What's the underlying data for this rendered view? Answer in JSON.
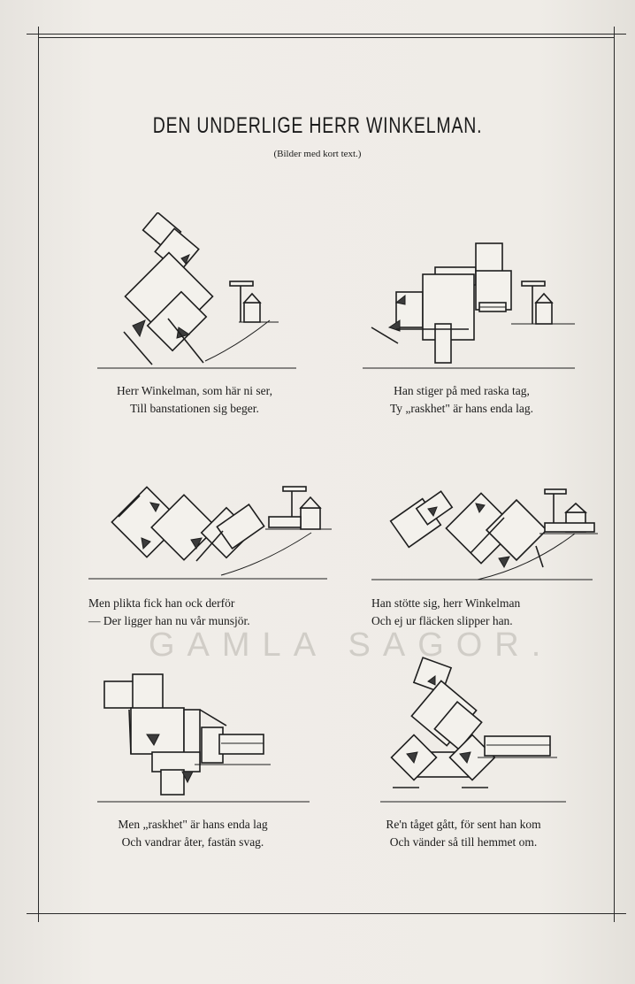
{
  "header": {
    "title": "DEN UNDERLIGE HERR WINKELMAN.",
    "subtitle": "(Bilder med kort text.)"
  },
  "panels": [
    {
      "id": "panel-1",
      "lines": [
        "Herr Winkelman, som här ni ser,",
        "Till banstationen sig beger."
      ]
    },
    {
      "id": "panel-2",
      "lines": [
        "Han stiger på med raska tag,",
        "Ty „raskhet\" är hans enda lag."
      ]
    },
    {
      "id": "panel-3",
      "lines": [
        "Men plikta fick han ock derför",
        "— Der ligger han nu vår munsjör."
      ]
    },
    {
      "id": "panel-4",
      "lines": [
        "Han stötte sig, herr Winkelman",
        "Och ej ur fläcken slipper han."
      ]
    },
    {
      "id": "panel-5",
      "lines": [
        "Men „raskhet\" är hans enda lag",
        "Och vandrar åter, fastän svag."
      ]
    },
    {
      "id": "panel-6",
      "lines": [
        "Re'n tåget gått, för sent han kom",
        "Och vänder så till hemmet om."
      ]
    }
  ],
  "bleed_through": {
    "watermark_text": "GAMLA SAGOR."
  }
}
